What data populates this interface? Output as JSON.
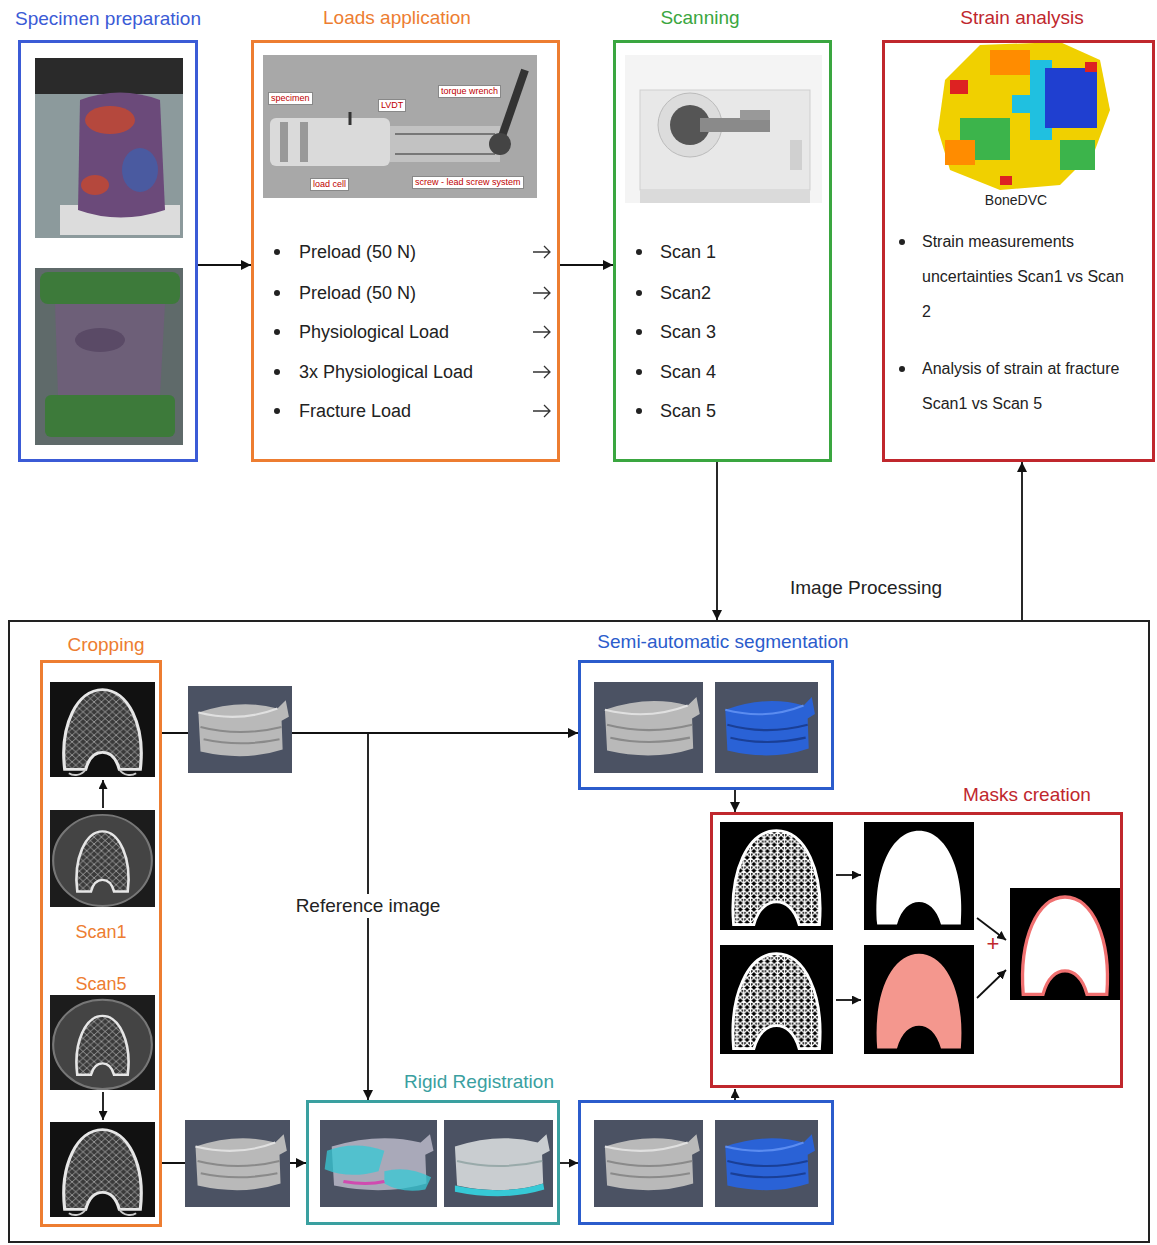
{
  "diagram": {
    "nodes": [
      {
        "text": [
          "Specimen preparation"
        ]
      },
      {
        "text": [
          "Loads application",
          "Preload (50 N)",
          "Preload (50 N)",
          "Physiological Load",
          "3x Physiological Load",
          "Fracture Load"
        ]
      },
      {
        "text": [
          "Scanning",
          "Scan 1",
          "Scan2",
          "Scan 3",
          "Scan 4",
          "Scan 5"
        ]
      },
      {
        "text": [
          "Strain analysis",
          "BoneDVC",
          "Strain measurements uncertainties Scan1 vs Scan 2",
          "Analysis of strain at fracture Scan1 vs Scan 5"
        ]
      },
      {
        "text": [
          "Image Processing"
        ]
      },
      {
        "text": [
          "Cropping",
          "Scan1",
          "Scan5"
        ],
        "in": 4
      },
      {
        "text": [
          "Semi-automatic segmentation"
        ],
        "in": 4
      },
      {
        "text": [
          "Masks creation"
        ],
        "in": 4
      },
      {
        "text": [
          "Rigid Registration"
        ],
        "in": 4
      }
    ],
    "edges": [
      {
        "from": 0,
        "to": 1,
        "arrow": "to"
      },
      {
        "from": 1,
        "to": 2,
        "arrow": "to"
      },
      {
        "from": 2,
        "to": 4,
        "arrow": "to"
      },
      {
        "from": 4,
        "to": 3,
        "arrow": "to"
      },
      {
        "from": 5,
        "to": 6,
        "arrow": "to"
      },
      {
        "from": 5,
        "to": 8,
        "label": "Reference image",
        "arrow": "to"
      },
      {
        "from": 5,
        "to": 8,
        "arrow": "to"
      },
      {
        "from": 6,
        "to": 7,
        "arrow": "to"
      }
    ],
    "labels": [
      "specimen",
      "LVDT",
      "torque wrench",
      "load cell",
      "screw - lead screw system",
      "+"
    ]
  }
}
